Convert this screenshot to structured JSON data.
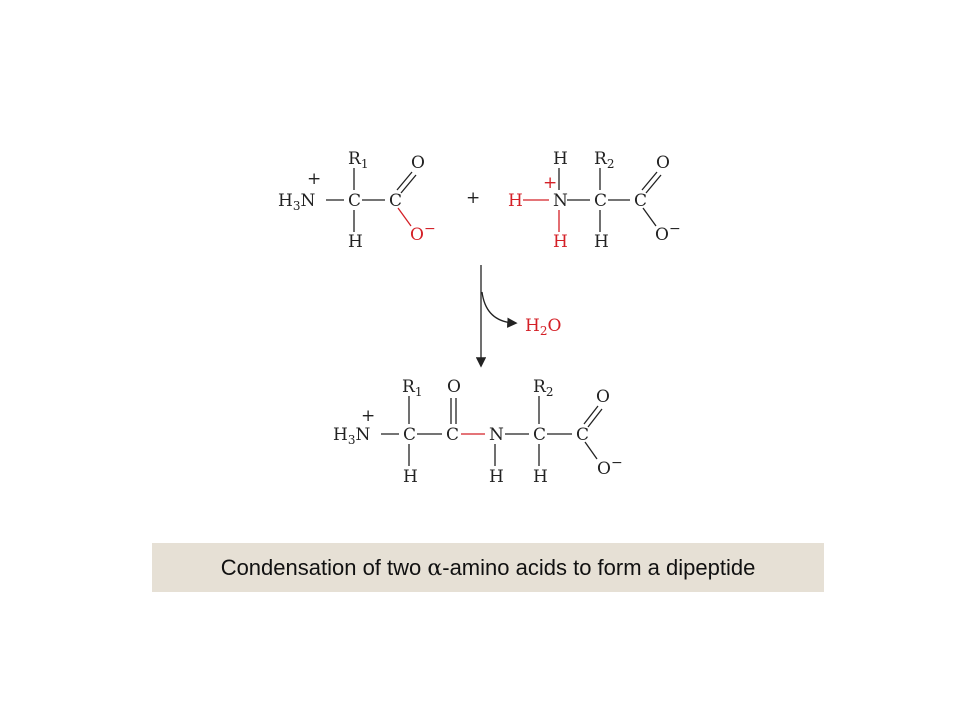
{
  "colors": {
    "black": "#222222",
    "highlight": "#d42027",
    "caption_bg": "#e6e0d5"
  },
  "reactant1": {
    "r_group": "R",
    "r_sub": "1",
    "h3n_h": "H",
    "h3n_3": "3",
    "h3n_n": "N",
    "charge": "+",
    "alpha_c": "C",
    "carbonyl_c": "C",
    "carbonyl_o": "O",
    "alkoxide_o": "O",
    "minus": "−",
    "h_bottom": "H"
  },
  "plus_sign": "+",
  "reactant2": {
    "h_top": "H",
    "r_group": "R",
    "r_sub": "2",
    "h_left": "H",
    "charge": "+",
    "n": "N",
    "alpha_c": "C",
    "carbonyl_c": "C",
    "carbonyl_o": "O",
    "alkoxide_o": "O",
    "minus": "−",
    "h_bottom_n": "H",
    "h_bottom_c": "H"
  },
  "byproduct": {
    "h": "H",
    "sub": "2",
    "o": "O"
  },
  "product": {
    "h3n_h": "H",
    "h3n_3": "3",
    "h3n_n": "N",
    "charge": "+",
    "r1": "R",
    "r1_sub": "1",
    "c1": "C",
    "c2": "C",
    "o_carbonyl": "O",
    "n": "N",
    "h_n": "H",
    "c3": "C",
    "r2": "R",
    "r2_sub": "2",
    "h_c3": "H",
    "c4": "C",
    "o_top": "O",
    "o_bottom": "O",
    "minus": "−",
    "h_c1": "H"
  },
  "caption": {
    "before": "Condensation of two ",
    "alpha": "α",
    "after": "-amino acids to form a dipeptide"
  }
}
